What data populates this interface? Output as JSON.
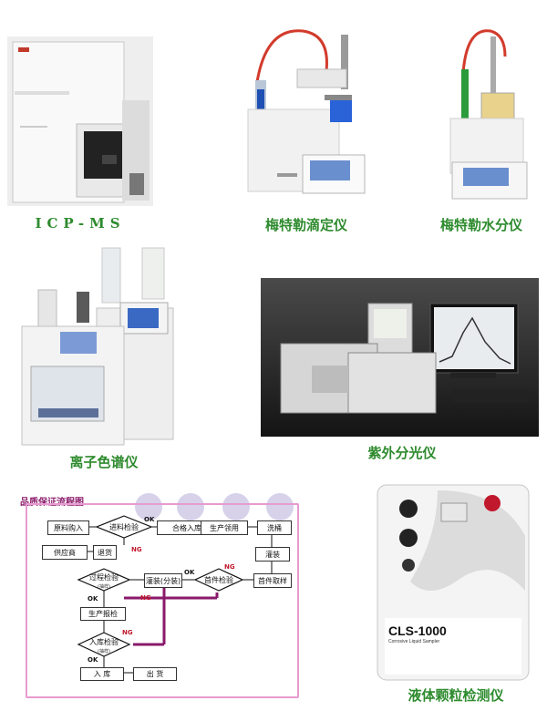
{
  "captions": {
    "icpms": "ICP-MS",
    "titrator": "梅特勒滴定仪",
    "water": "梅特勒水分仪",
    "ion": "离子色谱仪",
    "uv": "紫外分光仪",
    "particle": "液体颗粒检测仪"
  },
  "flowchart": {
    "title": "品质保证流程图",
    "raw_purchase": "原料购入",
    "incoming_check": "进料检验",
    "qualified_in": "合格入库",
    "production_pick": "生产领用",
    "wash_bottle": "洗桶",
    "supplier": "供应商",
    "return_goods": "退货",
    "filling": "灌装",
    "first_sample": "首件取样",
    "first_check": "首件检验",
    "fill_split": "灌装(分装)",
    "process_check": "过程检验",
    "sampling": "(抽样)",
    "production_report": "生产报检",
    "storage_check": "入库检验",
    "storage": "入  库",
    "shipping": "出  货",
    "ok": "OK",
    "ng": "NG"
  },
  "instruments": {
    "particle_model": "CLS-1000",
    "particle_subtitle": "Corrosive Liquid Sampler"
  }
}
